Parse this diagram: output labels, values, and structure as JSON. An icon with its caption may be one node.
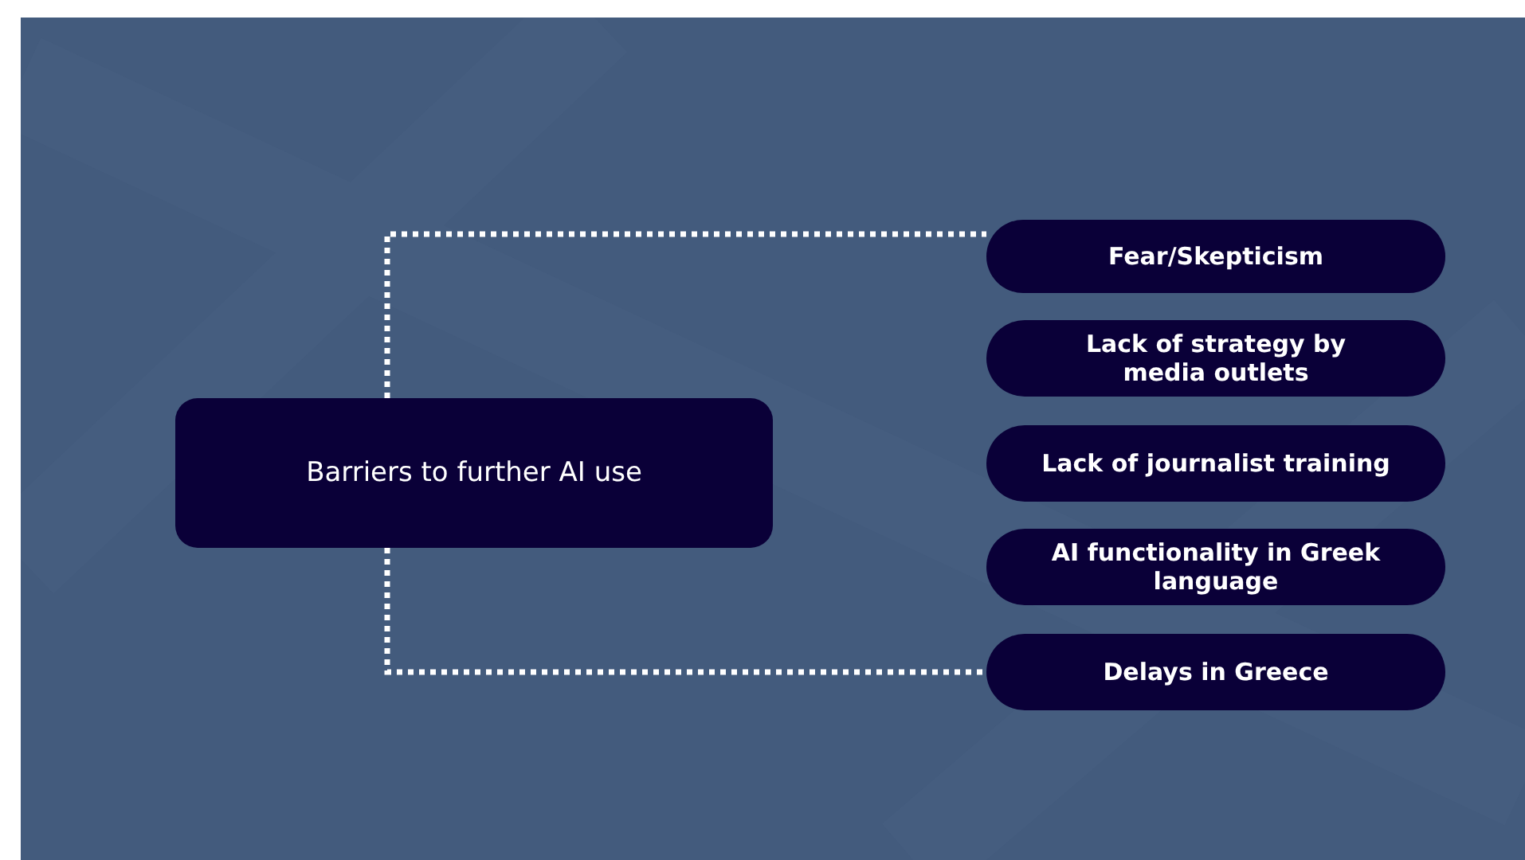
{
  "diagram": {
    "nodes": [
      {
        "text": [
          "Barriers to further AI use"
        ]
      },
      {
        "text": [
          "Fear/Skepticism"
        ]
      },
      {
        "text": [
          "Lack of strategy by media outlets"
        ]
      },
      {
        "text": [
          "Lack of journalist training"
        ]
      },
      {
        "text": [
          "AI functionality in Greek language"
        ]
      },
      {
        "text": [
          "Delays in Greece"
        ]
      }
    ],
    "edges": [
      {
        "from": 0,
        "to": 1,
        "arrow": "none",
        "style": "dashed"
      },
      {
        "from": 0,
        "to": 5,
        "arrow": "none",
        "style": "dashed"
      }
    ]
  }
}
